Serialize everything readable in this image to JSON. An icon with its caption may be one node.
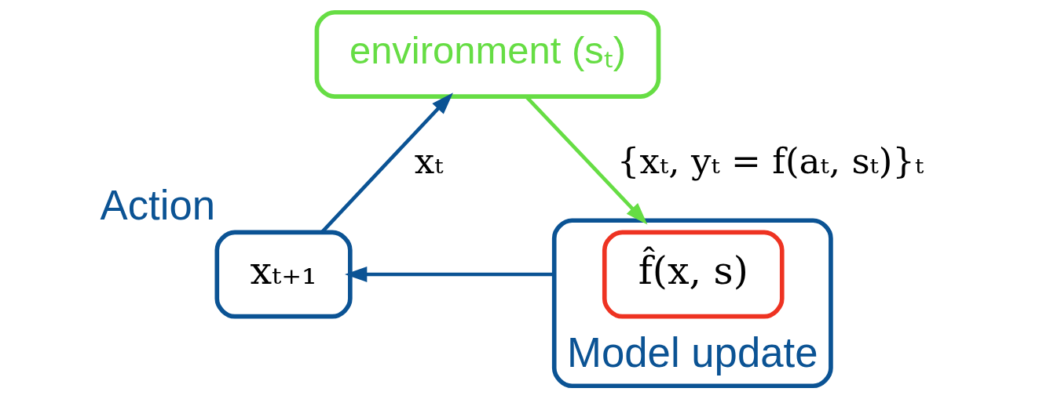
{
  "diagram": {
    "nodes": [
      {
        "text": [
          "environment (sₜ)"
        ]
      },
      {
        "text": [
          "xₜ₊₁"
        ],
        "beside": [
          "Action"
        ]
      },
      {
        "text": [],
        "shape": "box",
        "beside": [
          "Model update"
        ]
      },
      {
        "text": [
          "f̂(x, s)"
        ],
        "in": 2
      }
    ],
    "edges": [
      {
        "from": 1,
        "to": 0,
        "arrow": "to",
        "label": "xₜ"
      },
      {
        "from": 0,
        "to": 2,
        "arrow": "to",
        "label": "{xₜ, yₜ = f(aₜ, sₜ)}ₜ",
        "color": "#66dd44"
      },
      {
        "from": 2,
        "to": 1,
        "arrow": "to"
      }
    ]
  }
}
